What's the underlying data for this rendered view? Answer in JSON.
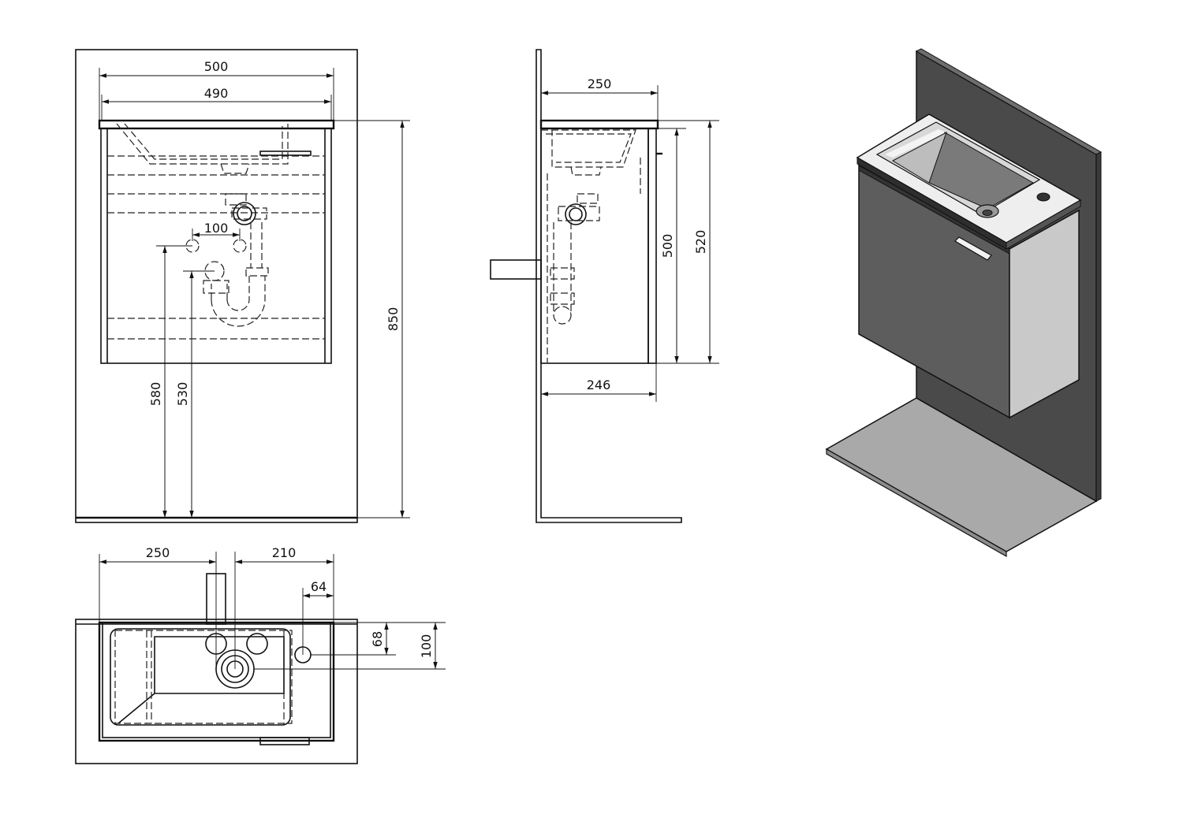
{
  "front_view": {
    "width_outer": "500",
    "width_inner": "490",
    "total_height": "850",
    "drain_height_a": "580",
    "drain_height_b": "530",
    "trap_spacing": "100"
  },
  "side_view": {
    "depth_top": "250",
    "depth_bottom": "246",
    "cabinet_height": "500",
    "overall_height": "520"
  },
  "top_view": {
    "left_offset": "250",
    "right_offset": "210",
    "tap_hole_offset": "64",
    "offset_68": "68",
    "offset_100": "100"
  },
  "colors": {
    "wall": "#4a4a4a",
    "floor": "#a9a9a9",
    "cabinet_front": "#5d5d5d",
    "cabinet_side": "#c9c9c9",
    "basin_top": "#eeeeee",
    "line": "#111111"
  }
}
